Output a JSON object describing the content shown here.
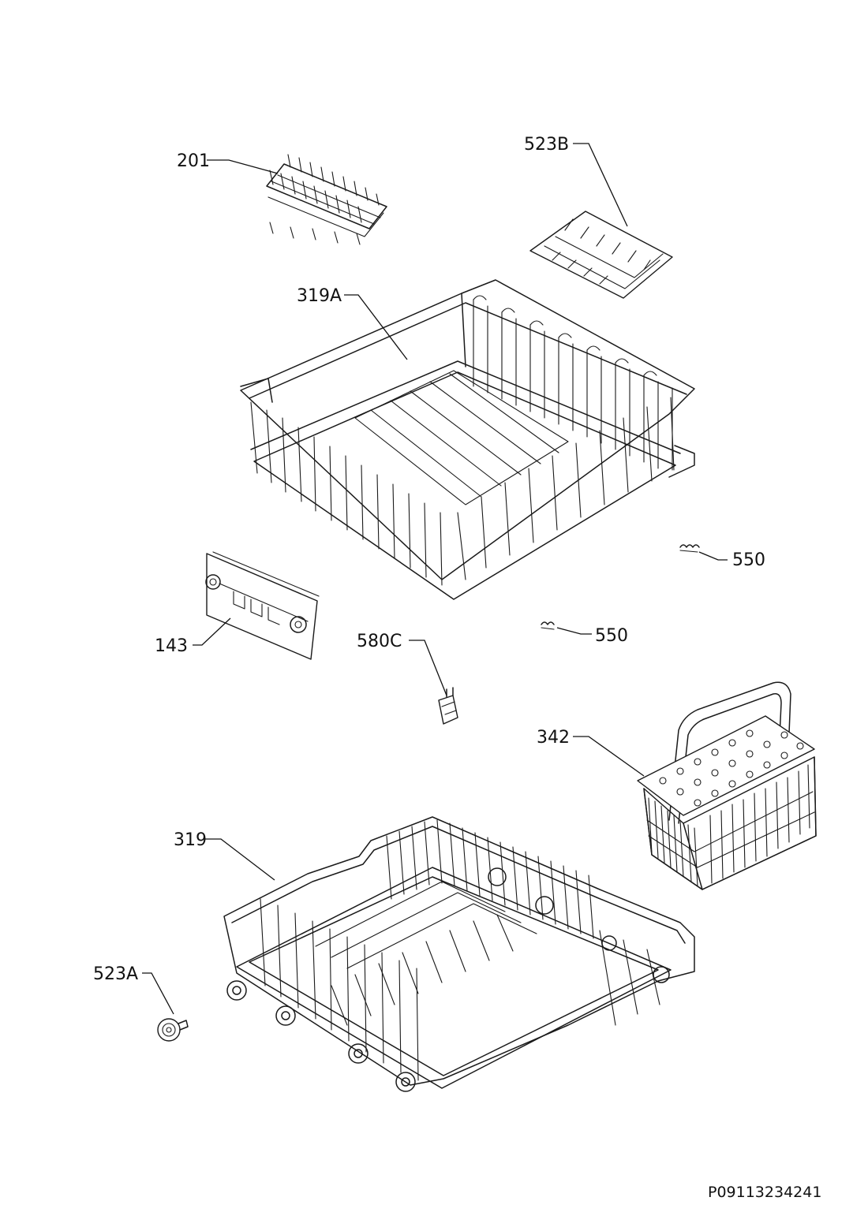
{
  "parts": [
    {
      "id": "p201",
      "number": "201"
    },
    {
      "id": "p523B",
      "number": "523B"
    },
    {
      "id": "p319A",
      "number": "319A"
    },
    {
      "id": "p550a",
      "number": "550"
    },
    {
      "id": "p143",
      "number": "143"
    },
    {
      "id": "p580C",
      "number": "580C"
    },
    {
      "id": "p550b",
      "number": "550"
    },
    {
      "id": "p342",
      "number": "342"
    },
    {
      "id": "p319",
      "number": "319"
    },
    {
      "id": "p523A",
      "number": "523A"
    }
  ],
  "document_code": "P09113234241"
}
